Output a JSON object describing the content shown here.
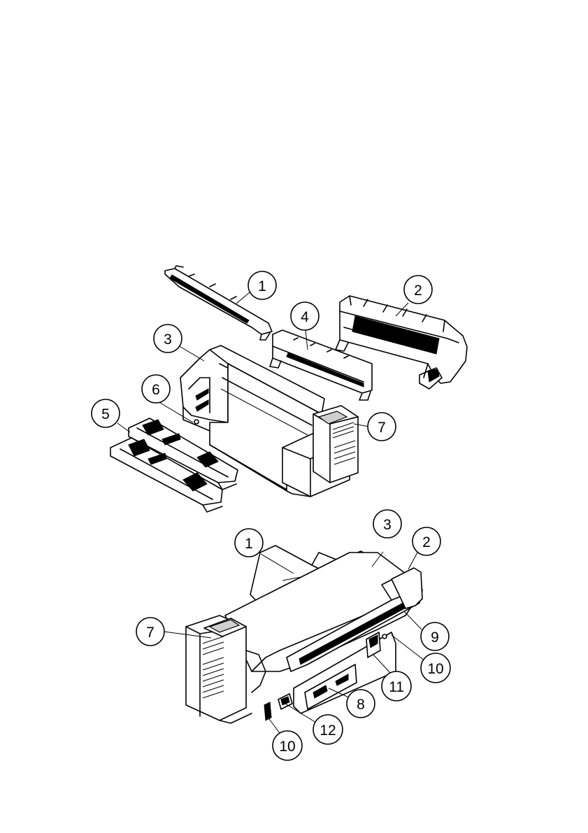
{
  "figure": {
    "exploded_view": {
      "callouts": [
        {
          "id": "ev-1",
          "label": "1"
        },
        {
          "id": "ev-2",
          "label": "2"
        },
        {
          "id": "ev-3",
          "label": "3"
        },
        {
          "id": "ev-4",
          "label": "4"
        },
        {
          "id": "ev-5",
          "label": "5"
        },
        {
          "id": "ev-6",
          "label": "6"
        },
        {
          "id": "ev-7",
          "label": "7"
        }
      ]
    },
    "rear_view": {
      "callouts": [
        {
          "id": "rv-1",
          "label": "1"
        },
        {
          "id": "rv-3",
          "label": "3"
        },
        {
          "id": "rv-2",
          "label": "2"
        },
        {
          "id": "rv-7",
          "label": "7"
        },
        {
          "id": "rv-9",
          "label": "9"
        },
        {
          "id": "rv-10a",
          "label": "10"
        },
        {
          "id": "rv-11",
          "label": "11"
        },
        {
          "id": "rv-8",
          "label": "8"
        },
        {
          "id": "rv-12",
          "label": "12"
        },
        {
          "id": "rv-10b",
          "label": "10"
        }
      ]
    }
  }
}
